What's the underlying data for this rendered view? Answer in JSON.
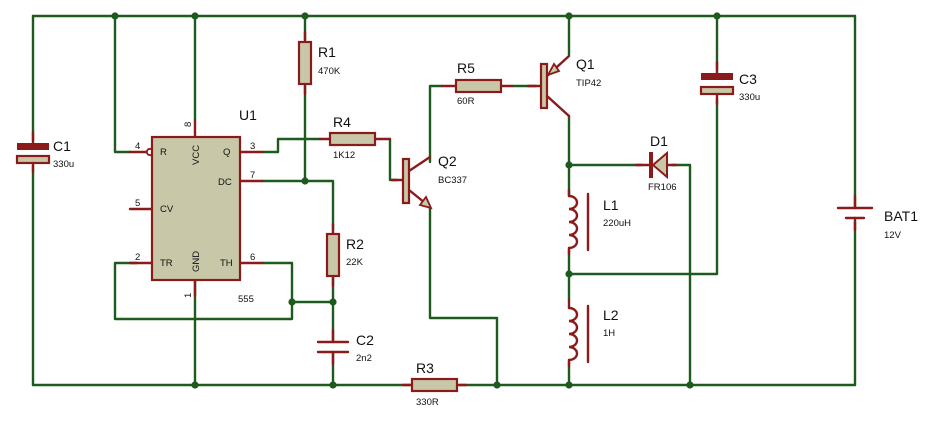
{
  "components": {
    "U1": {
      "ref": "U1",
      "name": "555",
      "pins": {
        "R": "R",
        "VCC": "VCC",
        "Q": "Q",
        "DC": "DC",
        "CV": "CV",
        "TR": "TR",
        "GND": "GND",
        "TH": "TH"
      },
      "pin_numbers": {
        "n4": "4",
        "n8": "8",
        "n3": "3",
        "n7": "7",
        "n5": "5",
        "n2": "2",
        "n1": "1",
        "n6": "6"
      }
    },
    "R1": {
      "ref": "R1",
      "value": "470K"
    },
    "R2": {
      "ref": "R2",
      "value": "22K"
    },
    "R3": {
      "ref": "R3",
      "value": "330R"
    },
    "R4": {
      "ref": "R4",
      "value": "1K12"
    },
    "R5": {
      "ref": "R5",
      "value": "60R"
    },
    "C1": {
      "ref": "C1",
      "value": "330u"
    },
    "C2": {
      "ref": "C2",
      "value": "2n2"
    },
    "C3": {
      "ref": "C3",
      "value": "330u"
    },
    "Q1": {
      "ref": "Q1",
      "value": "TIP42"
    },
    "Q2": {
      "ref": "Q2",
      "value": "BC337"
    },
    "D1": {
      "ref": "D1",
      "value": "FR106"
    },
    "L1": {
      "ref": "L1",
      "value": "220uH"
    },
    "L2": {
      "ref": "L2",
      "value": "1H"
    },
    "BAT1": {
      "ref": "BAT1",
      "value": "12V"
    }
  }
}
